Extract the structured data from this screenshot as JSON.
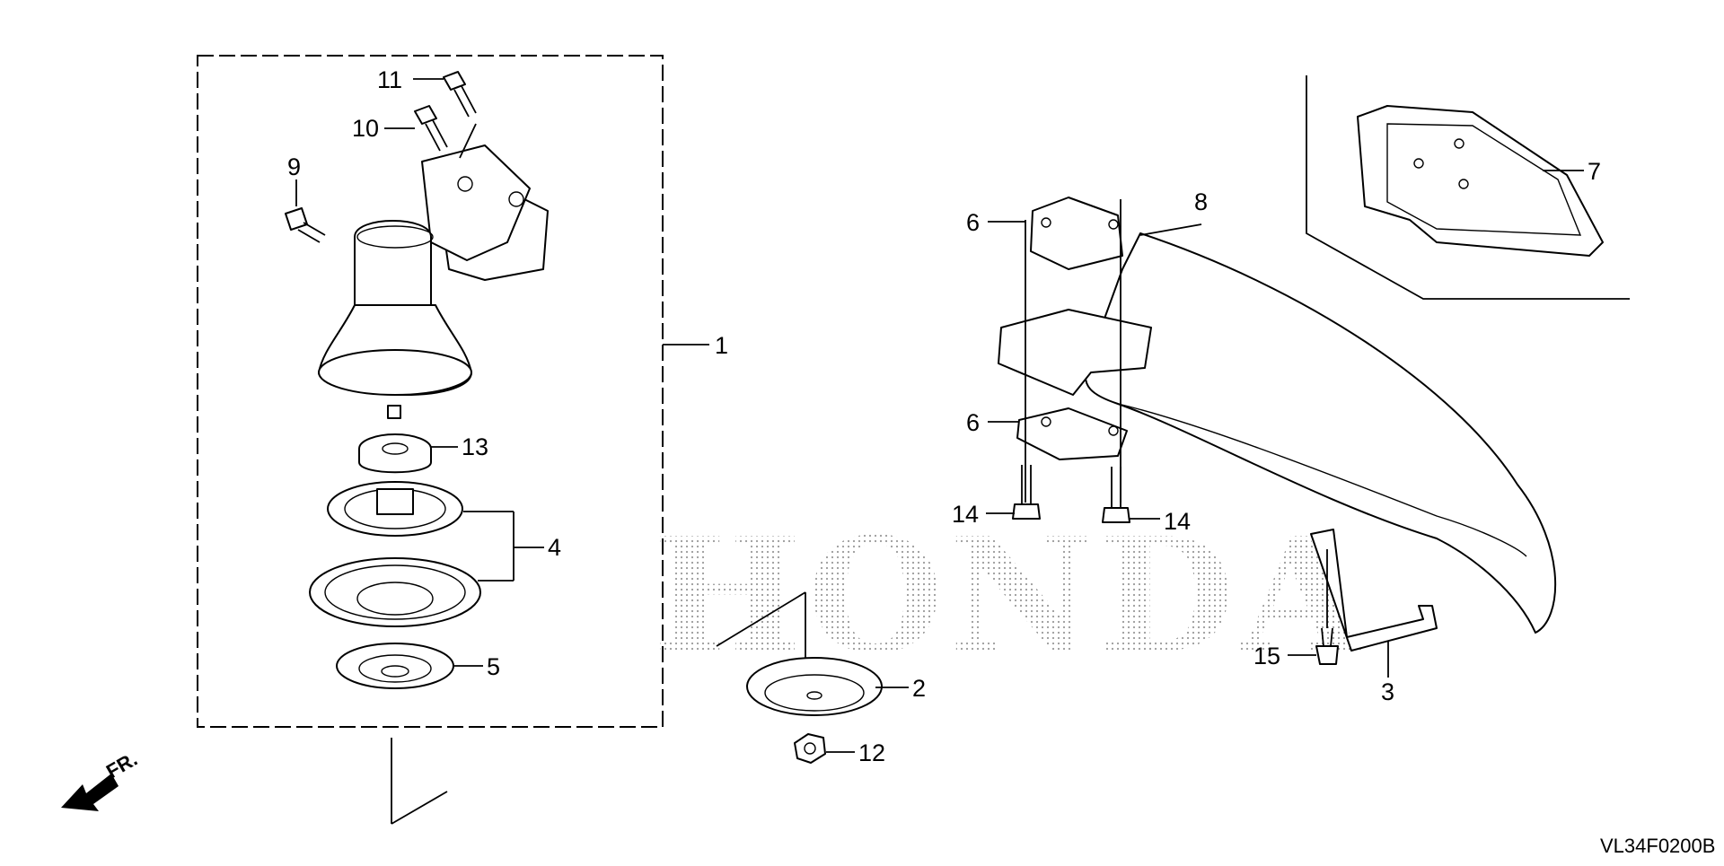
{
  "diagram": {
    "code": "VL34F0200B",
    "watermark": "HONDA",
    "direction_label": "FR.",
    "callouts": {
      "c1": "1",
      "c2": "2",
      "c3": "3",
      "c4": "4",
      "c5": "5",
      "c6a": "6",
      "c6b": "6",
      "c7": "7",
      "c8": "8",
      "c9": "9",
      "c10": "10",
      "c11": "11",
      "c12": "12",
      "c13": "13",
      "c14a": "14",
      "c14b": "14",
      "c15": "15"
    },
    "icons": {
      "front_arrow": "front-direction-arrow-icon"
    }
  }
}
